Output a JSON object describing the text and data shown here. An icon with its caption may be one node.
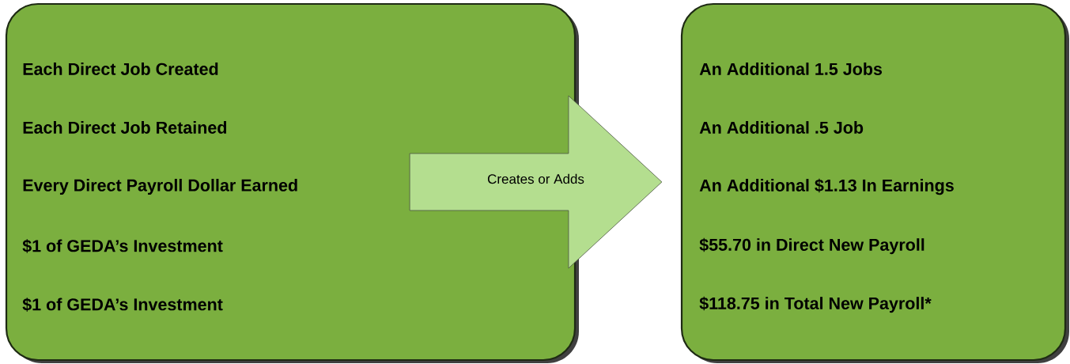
{
  "diagram": {
    "nodes": [
      {
        "text": [
          "Each Direct Job Created",
          "Each Direct Job Retained",
          "Every Direct Payroll Dollar Earned",
          "$1 of GEDA’s Investment",
          "$1 of GEDA’s Investment"
        ]
      },
      {
        "text": [
          "An Additional 1.5 Jobs",
          "An Additional .5 Job",
          "An Additional $1.13 In Earnings",
          "$55.70 in Direct New Payroll",
          "$118.75 in Total New Payroll*"
        ]
      }
    ],
    "edges": [
      {
        "from": 0,
        "to": 1,
        "arrow": "to",
        "label": "Creates or Adds"
      }
    ]
  }
}
